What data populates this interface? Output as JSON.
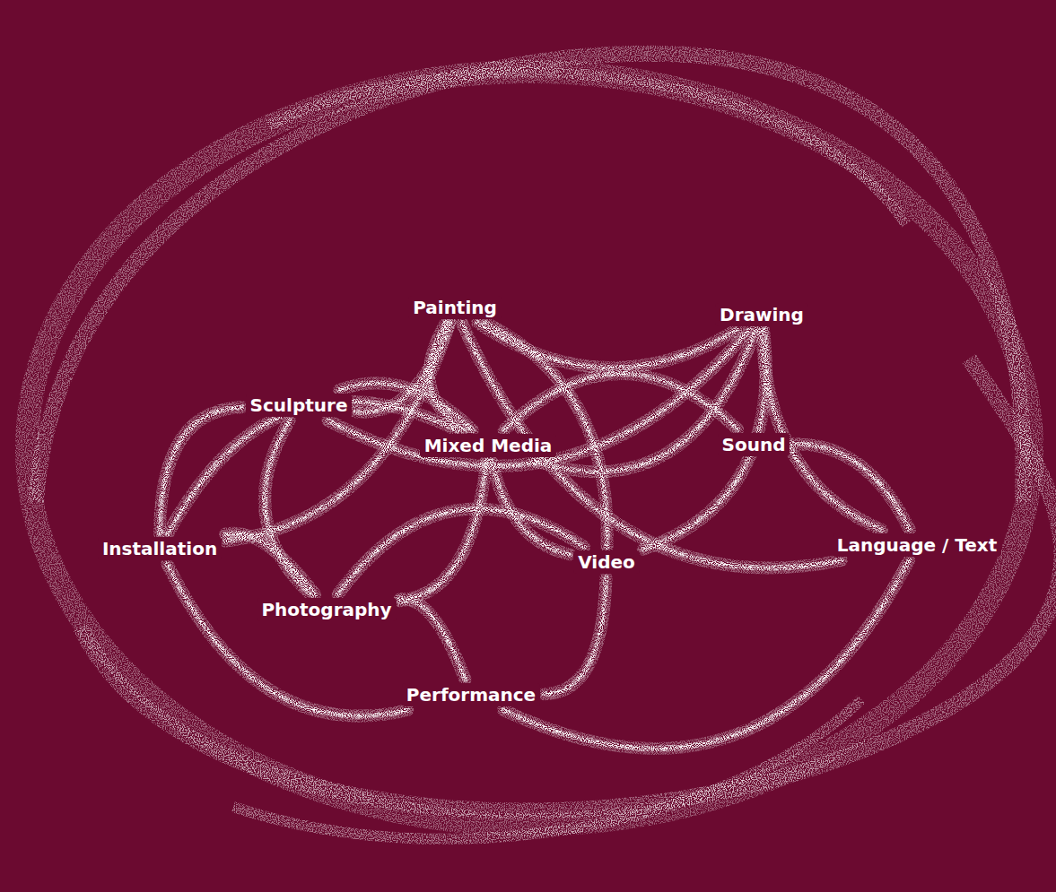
{
  "diagram": {
    "nodes": [
      {
        "text": [
          "Painting"
        ]
      },
      {
        "text": [
          "Drawing"
        ]
      },
      {
        "text": [
          "Sculpture"
        ]
      },
      {
        "text": [
          "Mixed Media"
        ]
      },
      {
        "text": [
          "Sound"
        ]
      },
      {
        "text": [
          "Installation"
        ]
      },
      {
        "text": [
          "Video"
        ]
      },
      {
        "text": [
          "Language / Text"
        ]
      },
      {
        "text": [
          "Photography"
        ]
      },
      {
        "text": [
          "Performance"
        ]
      }
    ],
    "edges": [
      {
        "from": 0,
        "to": 1,
        "arrow": "none"
      },
      {
        "from": 0,
        "to": 2,
        "arrow": "none"
      },
      {
        "from": 0,
        "to": 3,
        "arrow": "none"
      },
      {
        "from": 0,
        "to": 5,
        "arrow": "none"
      },
      {
        "from": 0,
        "to": 7,
        "arrow": "none"
      },
      {
        "from": 1,
        "to": 3,
        "arrow": "none"
      },
      {
        "from": 1,
        "to": 7,
        "arrow": "none"
      },
      {
        "from": 1,
        "to": 2,
        "arrow": "none"
      },
      {
        "from": 2,
        "to": 5,
        "arrow": "none"
      },
      {
        "from": 2,
        "to": 3,
        "arrow": "none"
      },
      {
        "from": 2,
        "to": 8,
        "arrow": "none"
      },
      {
        "from": 3,
        "to": 4,
        "arrow": "none"
      },
      {
        "from": 3,
        "to": 6,
        "arrow": "none"
      },
      {
        "from": 3,
        "to": 8,
        "arrow": "none"
      },
      {
        "from": 3,
        "to": 5,
        "arrow": "none"
      },
      {
        "from": 5,
        "to": 8,
        "arrow": "none"
      },
      {
        "from": 5,
        "to": 9,
        "arrow": "none"
      },
      {
        "from": 6,
        "to": 9,
        "arrow": "none"
      },
      {
        "from": 6,
        "to": 0,
        "arrow": "none"
      },
      {
        "from": 8,
        "to": 9,
        "arrow": "none"
      },
      {
        "from": 9,
        "to": 7,
        "arrow": "none"
      },
      {
        "from": 4,
        "to": 7,
        "arrow": "none"
      },
      {
        "from": 6,
        "to": 1,
        "arrow": "none"
      },
      {
        "from": 8,
        "to": 6,
        "arrow": "none"
      }
    ]
  }
}
